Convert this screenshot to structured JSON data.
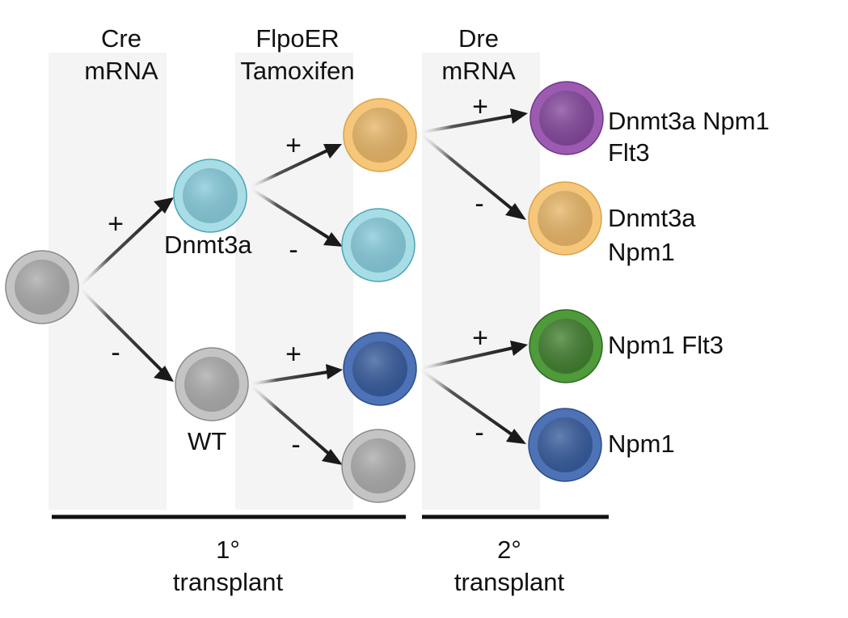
{
  "columns": [
    {
      "line1": "Cre",
      "line2": "mRNA"
    },
    {
      "line1": "FlpoER",
      "line2": "Tamoxifen"
    },
    {
      "line1": "Dre",
      "line2": "mRNA"
    }
  ],
  "labels": {
    "dnmt3a": "Dnmt3a",
    "wt": "WT",
    "out1_line1": "Dnmt3a Npm1",
    "out1_line2": "Flt3",
    "out2_line1": "Dnmt3a",
    "out2_line2": "Npm1",
    "out3": "Npm1 Flt3",
    "out4": "Npm1"
  },
  "signs": {
    "plus": "+",
    "minus": "-"
  },
  "transplants": [
    {
      "line1": "1°",
      "line2": "transplant"
    },
    {
      "line1": "2°",
      "line2": "transplant"
    }
  ],
  "colors": {
    "gray": "#c4c4c4",
    "light_blue": "#a8dde6",
    "orange": "#f6c77a",
    "dark_blue": "#4d72b5",
    "purple": "#9c5bb0",
    "green": "#4f9a3a",
    "band": "#f3f4f3"
  }
}
